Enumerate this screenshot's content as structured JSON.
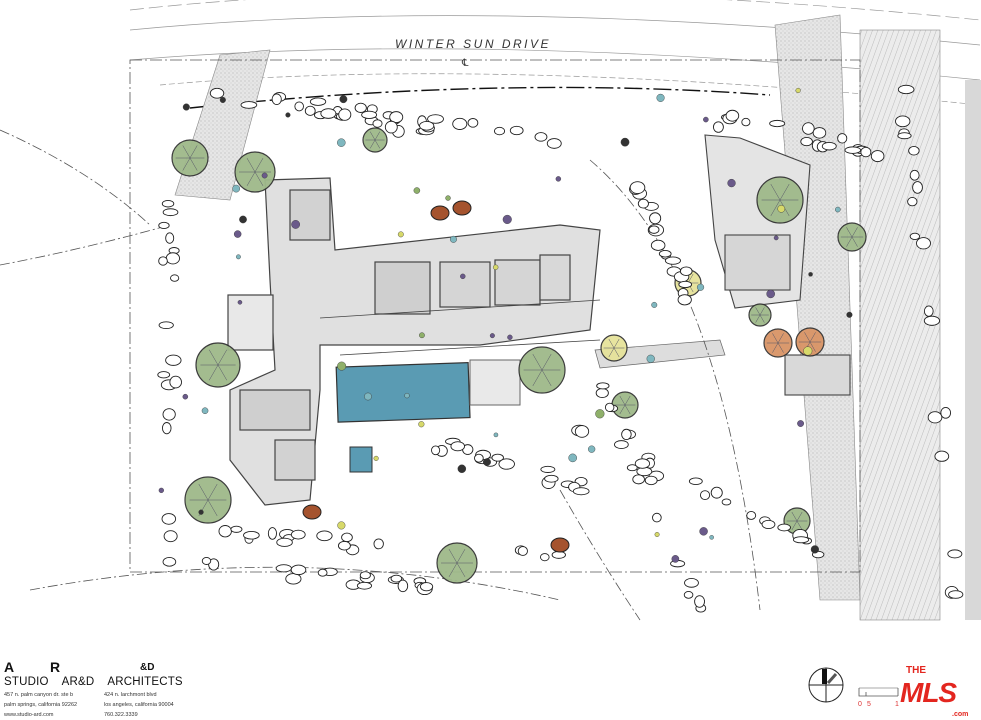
{
  "plan": {
    "street_name": "WINTER SUN DRIVE",
    "centerline_symbol": "℄",
    "colors": {
      "pool": "#5a9bb3",
      "tree_green": "#9fb98a",
      "tree_yellow": "#e6e39a",
      "tree_orange": "#d99466",
      "boulder_brown": "#a5532e",
      "hatch": "#cfcfcf",
      "building": "#e2e2e2"
    }
  },
  "title_block": {
    "letter_a": "A",
    "letter_r": "R",
    "letter_d": "&D",
    "firm_studio": "STUDIO",
    "firm_ard": "AR&D",
    "firm_architects": "ARCHITECTS",
    "office1_line1": "457 n. palm canyon dr. ste b",
    "office1_line2": "palm springs, california 92262",
    "office1_line3": "www.studio-ard.com",
    "office2_line1": "424 n. larchmont blvd",
    "office2_line2": "los angeles, california 90004",
    "office2_line3": "760.322.3339"
  },
  "scale_bar": {
    "labels": [
      "0",
      "5",
      "1"
    ]
  },
  "north_arrow": {
    "icon": "north-arrow-icon"
  },
  "watermark": {
    "logo_top": "THE",
    "logo_main": "MLS",
    "logo_suffix": ".com",
    "color": "#e3261f"
  }
}
